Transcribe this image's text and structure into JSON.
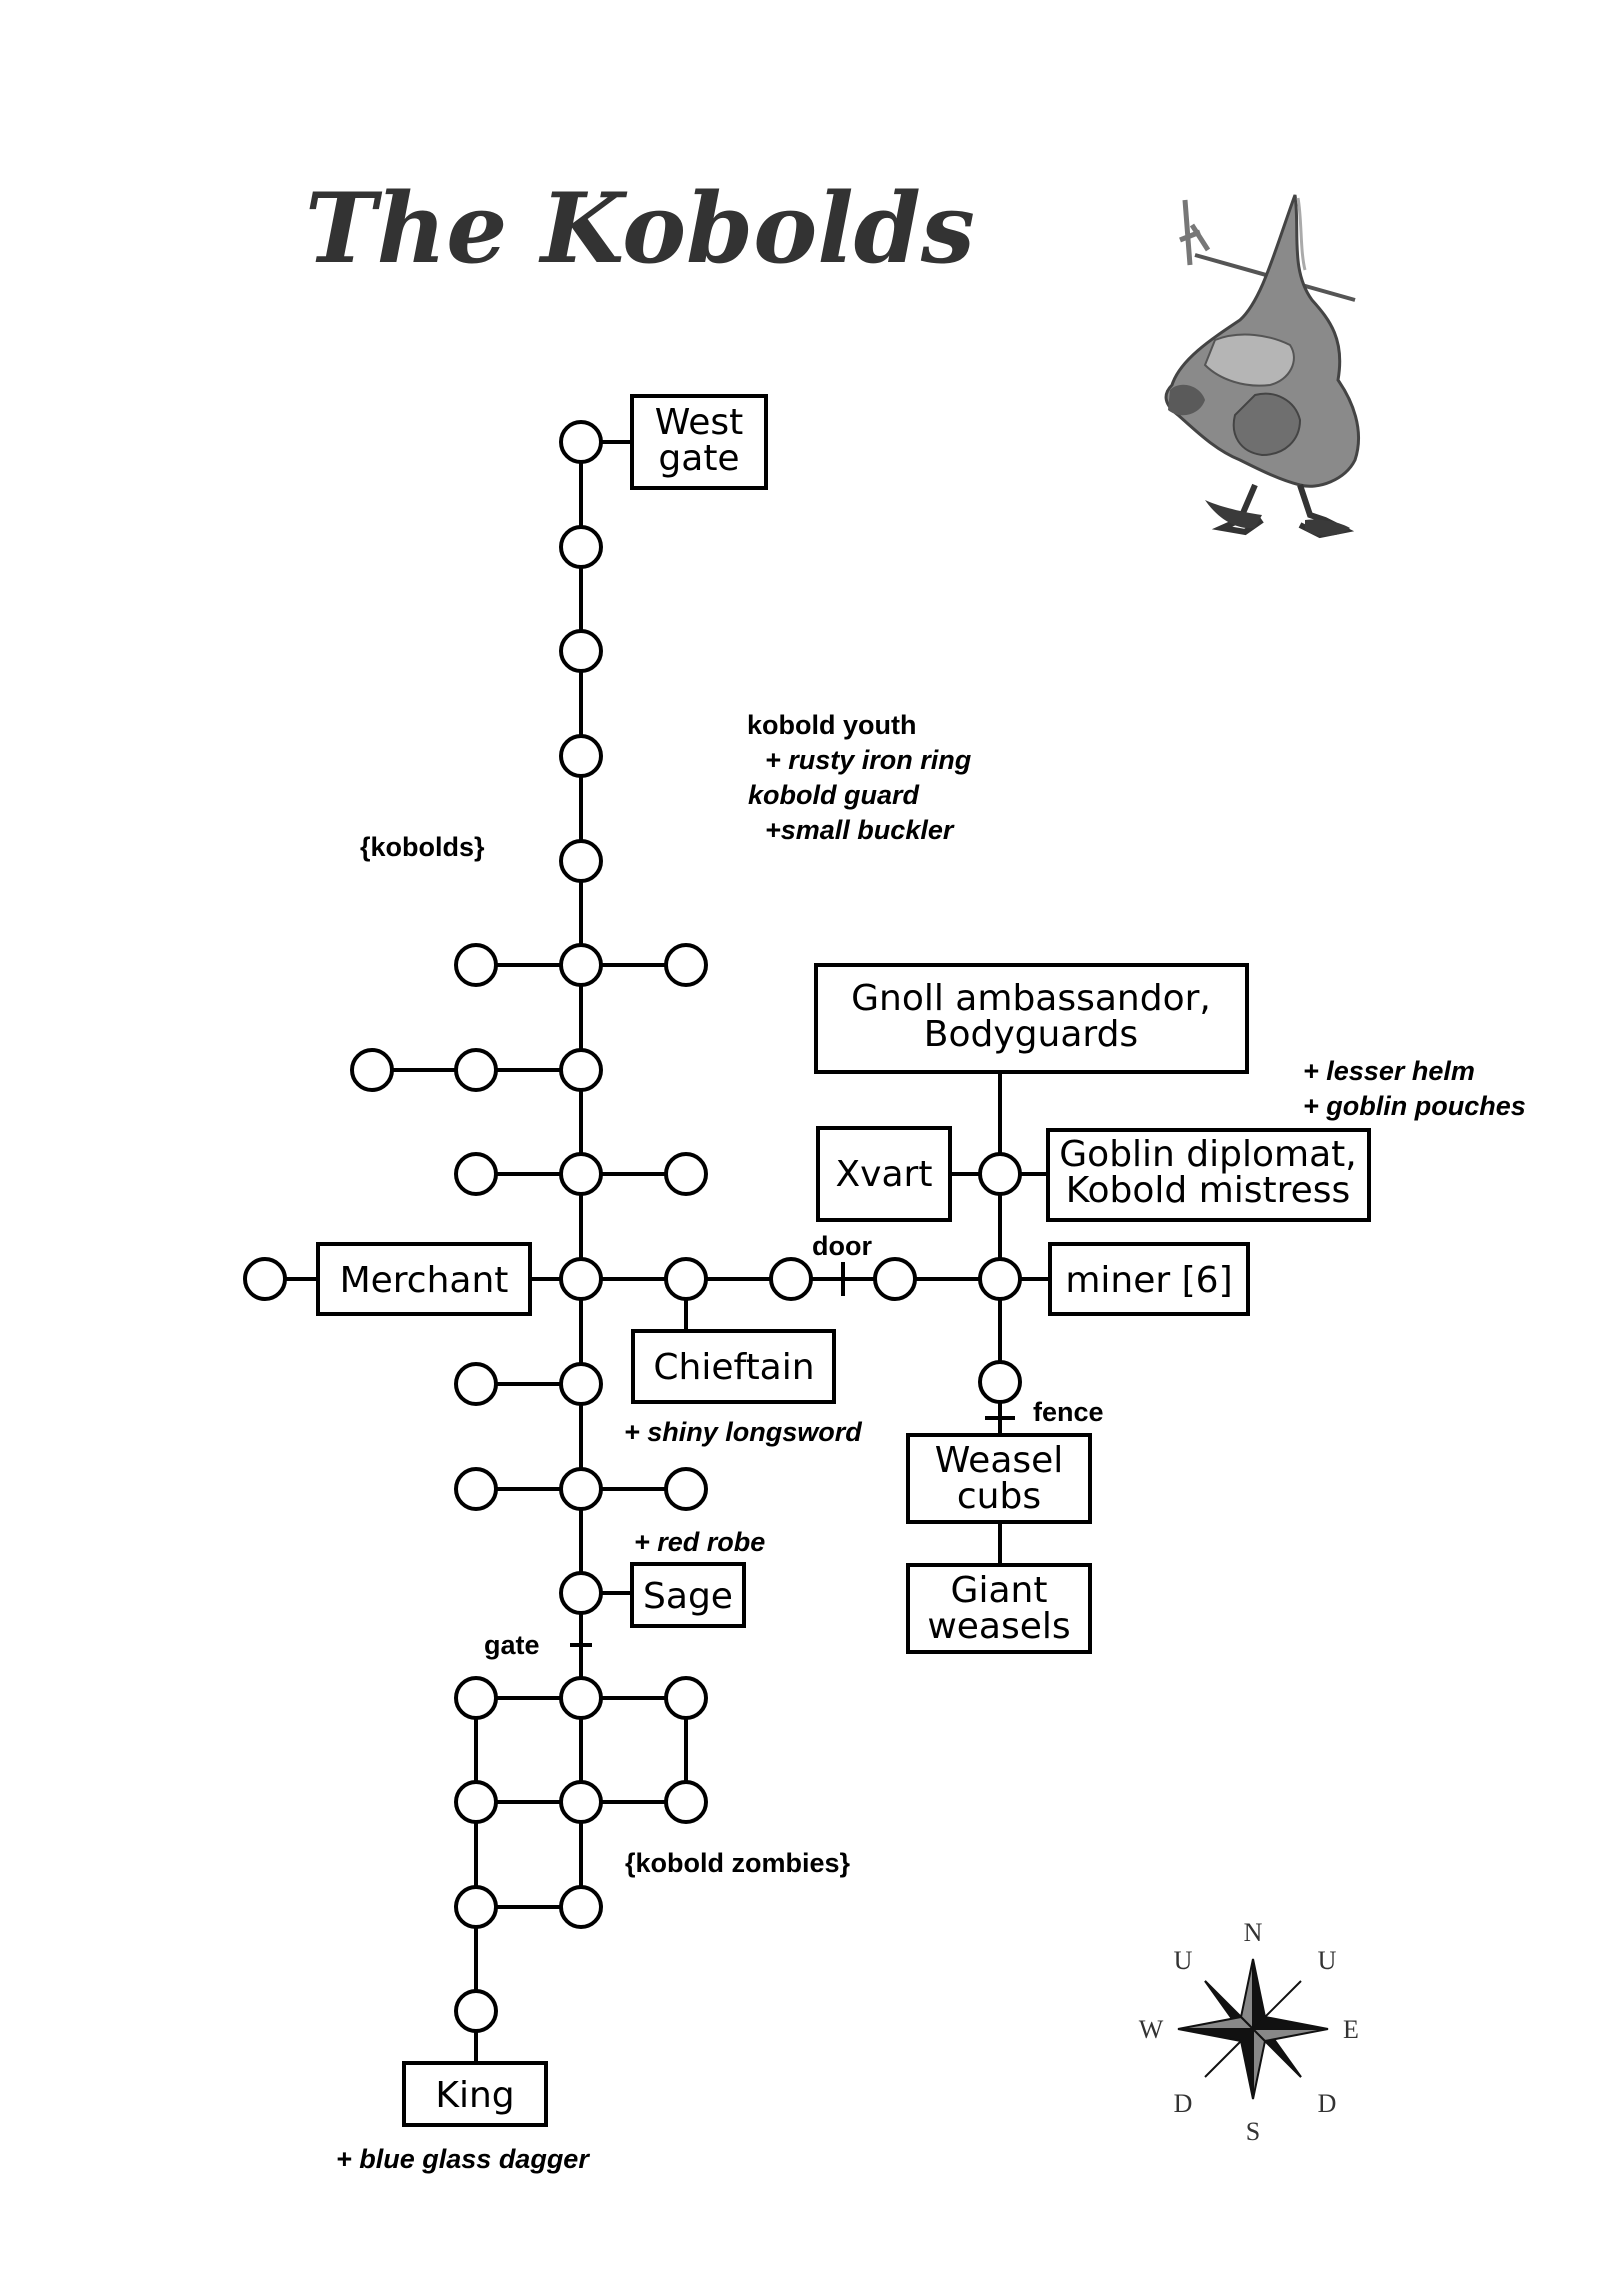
{
  "title": "The Kobolds",
  "rooms": {
    "west_gate": [
      "West",
      "gate"
    ],
    "gnoll": [
      "Gnoll ambassandor,",
      "Bodyguards"
    ],
    "xvart": "Xvart",
    "goblin": [
      "Goblin diplomat,",
      "Kobold mistress"
    ],
    "merchant": "Merchant",
    "miner": "miner [6]",
    "chieftain": "Chieftain",
    "weasel_cubs": [
      "Weasel",
      "cubs"
    ],
    "giant_weasels": [
      "Giant",
      "weasels"
    ],
    "sage": "Sage",
    "king": "King"
  },
  "notes": {
    "youth_line1": "kobold youth",
    "youth_line2": "+ rusty iron ring",
    "youth_line3": "kobold guard",
    "youth_line4": "+small buckler",
    "kobolds_group": "{kobolds}",
    "goblin_loot1": "+ lesser helm",
    "goblin_loot2": "+ goblin pouches",
    "chieftain_loot": "+ shiny longsword",
    "sage_loot": "+ red robe",
    "zombies_group": "{kobold zombies}",
    "king_loot": "+ blue glass dagger"
  },
  "barriers": {
    "door": "door",
    "fence": "fence",
    "gate": "gate"
  },
  "compass": {
    "n": "N",
    "s": "S",
    "e": "E",
    "w": "W",
    "u_left": "U",
    "u_right": "U",
    "d_left": "D",
    "d_right": "D"
  },
  "colors": {
    "line": "#000000",
    "title": "#333333",
    "star_dark": "#111111",
    "star_light": "#888888"
  },
  "icons": {
    "kobold_illustration": "kobold-figure-icon",
    "compass": "compass-rose-icon"
  }
}
